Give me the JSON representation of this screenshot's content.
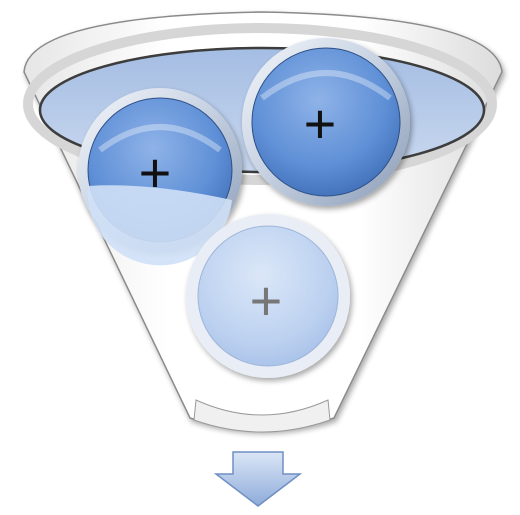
{
  "diagram": {
    "type": "funnel",
    "items": [
      {
        "label": "+",
        "state": "partially-inside-funnel",
        "color": "#5b8fd6"
      },
      {
        "label": "+",
        "state": "inside-funnel",
        "color": "#5b8fd6"
      },
      {
        "label": "+",
        "state": "faded",
        "color": "#b9cff0"
      }
    ],
    "output_indicator": "down-arrow-icon"
  },
  "colors": {
    "funnel_rim": "#f2f2f2",
    "funnel_opening": "#b3c7e6",
    "funnel_outline": "#7b7b7b",
    "circle_blue": "#5b8fd6",
    "circle_faded": "#b9cff0",
    "arrow_fill": "#a9c1e8",
    "plus_dark": "#111111",
    "plus_faded": "#777777"
  }
}
